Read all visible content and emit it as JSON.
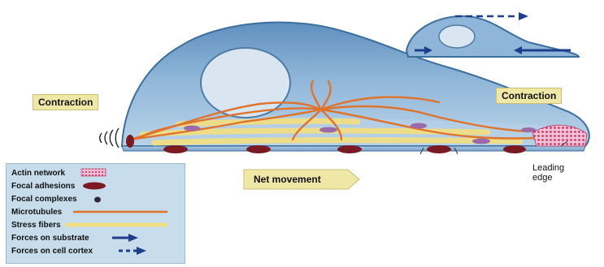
{
  "labels": {
    "contraction_left": "Contraction",
    "contraction_right": "Contraction",
    "net_movement": "Net movement",
    "leading_edge_line1": "Leading",
    "leading_edge_line2": "edge"
  },
  "legend": [
    {
      "label": "Actin network",
      "symbol": "actin-network"
    },
    {
      "label": "Focal adhesions",
      "symbol": "focal-adhesion"
    },
    {
      "label": "Focal complexes",
      "symbol": "focal-complex"
    },
    {
      "label": "Microtubules",
      "symbol": "microtubule"
    },
    {
      "label": "Stress fibers",
      "symbol": "stress-fiber"
    },
    {
      "label": "Forces on substrate",
      "symbol": "substrate-force-arrow"
    },
    {
      "label": "Forces on cell cortex",
      "symbol": "cortex-force-arrow"
    }
  ],
  "colors": {
    "cell_body": "#7faad0",
    "cell_edge": "#3d6f9e",
    "nucleus": "#d9e6f1",
    "microtubule": "#e0732c",
    "stress_fiber": "#f1de84",
    "focal_adhesion": "#7a1b23",
    "focal_complex": "#9c6aa8",
    "actin": "#d9447a",
    "label_bg": "#efe7a6",
    "legend_bg": "#c7ddec",
    "arrow": "#1d3e8a"
  }
}
